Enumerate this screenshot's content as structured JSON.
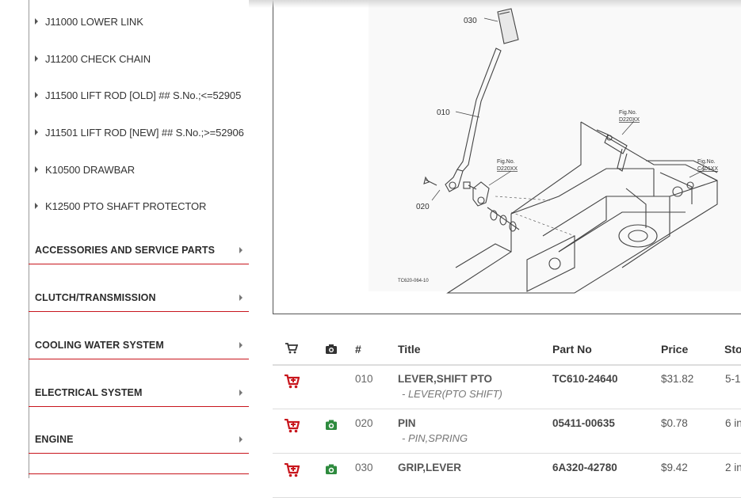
{
  "sidebar": {
    "sub_items": [
      {
        "label": "J11000 LOWER LINK"
      },
      {
        "label": "J11200 CHECK CHAIN"
      },
      {
        "label": "J11500 LIFT ROD [OLD] ## S.No.;<=52905"
      },
      {
        "label": "J11501 LIFT ROD [NEW] ## S.No.;>=52906"
      },
      {
        "label": "K10500 DRAWBAR"
      },
      {
        "label": "K12500 PTO SHAFT PROTECTOR"
      }
    ],
    "categories": [
      {
        "label": "ACCESSORIES AND SERVICE PARTS"
      },
      {
        "label": "CLUTCH/TRANSMISSION"
      },
      {
        "label": "COOLING WATER SYSTEM"
      },
      {
        "label": "ELECTRICAL SYSTEM"
      },
      {
        "label": "ENGINE"
      }
    ]
  },
  "diagram": {
    "labels": {
      "part_030": "030",
      "part_010": "010",
      "part_020": "020",
      "fig1_a": "Fig.No.",
      "fig1_b": "D220XX",
      "fig2_a": "Fig.No.",
      "fig2_b": "D220XX",
      "fig3_a": "Fig.No.",
      "fig3_b": "C401XX",
      "code": "TC620-064-10"
    }
  },
  "table": {
    "headers": {
      "cart": "cart-icon",
      "photo": "camera-icon",
      "num": "#",
      "title": "Title",
      "part_no": "Part No",
      "price": "Price",
      "stock": "Sto"
    },
    "rows": [
      {
        "num": "010",
        "title": "LEVER,SHIFT PTO",
        "alt": "- LEVER(PTO SHIFT)",
        "part_no": "TC610-24640",
        "price": "$31.82",
        "stock": "5-1",
        "has_photo": false
      },
      {
        "num": "020",
        "title": "PIN",
        "alt": "- PIN,SPRING",
        "part_no": "05411-00635",
        "price": "$0.78",
        "stock": "6 in",
        "has_photo": true
      },
      {
        "num": "030",
        "title": "GRIP,LEVER",
        "alt": "",
        "part_no": "6A320-42780",
        "price": "$9.42",
        "stock": "2 in",
        "has_photo": true
      }
    ]
  },
  "colors": {
    "accent": "#c8161d",
    "photo_green": "#2e8b3e",
    "border": "#dddddd"
  }
}
